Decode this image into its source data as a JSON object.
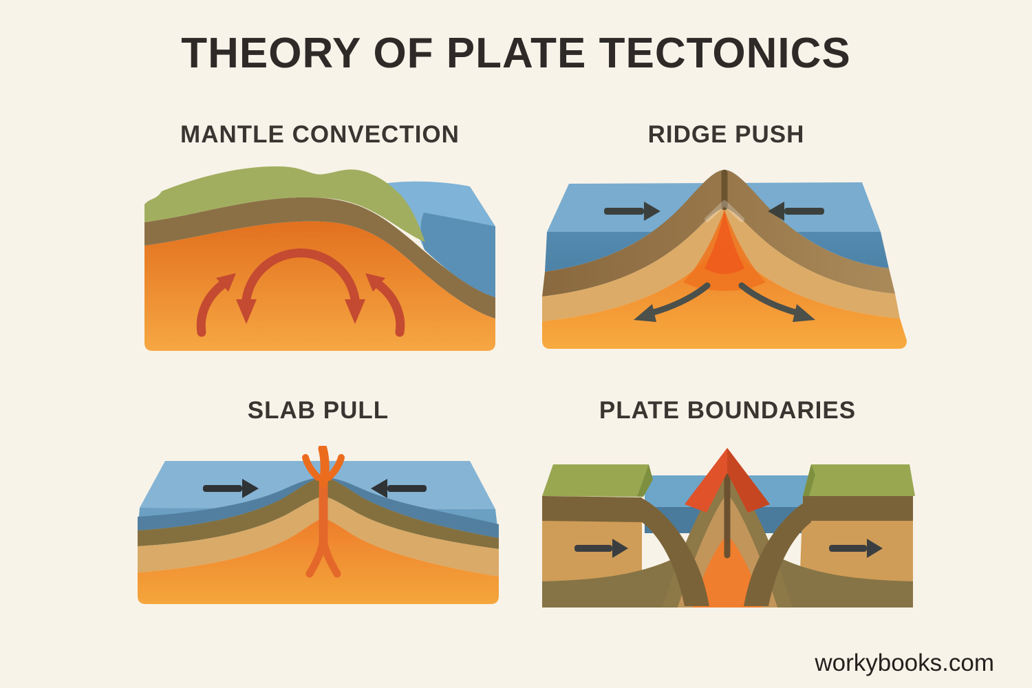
{
  "page": {
    "title": "THEORY OF PLATE TECTONICS",
    "watermark": "workybooks.com",
    "background_color": "#f8f3e9",
    "title_color": "#2d2a27"
  },
  "panels": [
    {
      "id": "mantle-convection",
      "label": "MANTLE CONVECTION",
      "alt": "Cross-section block: green hills and blue sea over brown crust and orange mantle with red circular convection-current arrows"
    },
    {
      "id": "ridge-push",
      "label": "RIDGE PUSH",
      "alt": "Ocean block with central brown mid-ocean ridge, rising orange magma plume, surface arrows pushing toward ridge and mantle arrows diverging below"
    },
    {
      "id": "slab-pull",
      "label": "SLAB PULL",
      "alt": "Ocean block with central mound erupting orange magma, surface arrows converging toward center"
    },
    {
      "id": "plate-boundaries",
      "label": "PLATE BOUNDARIES",
      "alt": "Two green continental blocks separated by water with a central volcano, red erupting peak, subducting slabs, arrows pointing right on both plates"
    }
  ],
  "palette": {
    "background": "#f8f3e9",
    "land_green": "#a2ae5f",
    "continent_green": "#99a751",
    "crust_brown": "#8b7046",
    "slab_brown": "#7b6339",
    "ridge_brown_dark": "#8a693f",
    "ridge_brown_light": "#ab8a5a",
    "tan_layer": "#dcab67",
    "mantle_orange_top": "#ed7c27",
    "mantle_orange_bottom": "#f6a93e",
    "magma_red_orange": "#ee5c1c",
    "eruption_orange": "#ec6c1e",
    "ocean_blue_top": "#86b4d5",
    "ocean_blue_front": "#6ba0c3",
    "ocean_blue_deep": "#4f7d9e",
    "convection_arrow_red": "#c44a31",
    "plate_arrow_dark": "#33373a",
    "volcano_red": "#e0522a",
    "conduit_brown": "#6b512f"
  }
}
